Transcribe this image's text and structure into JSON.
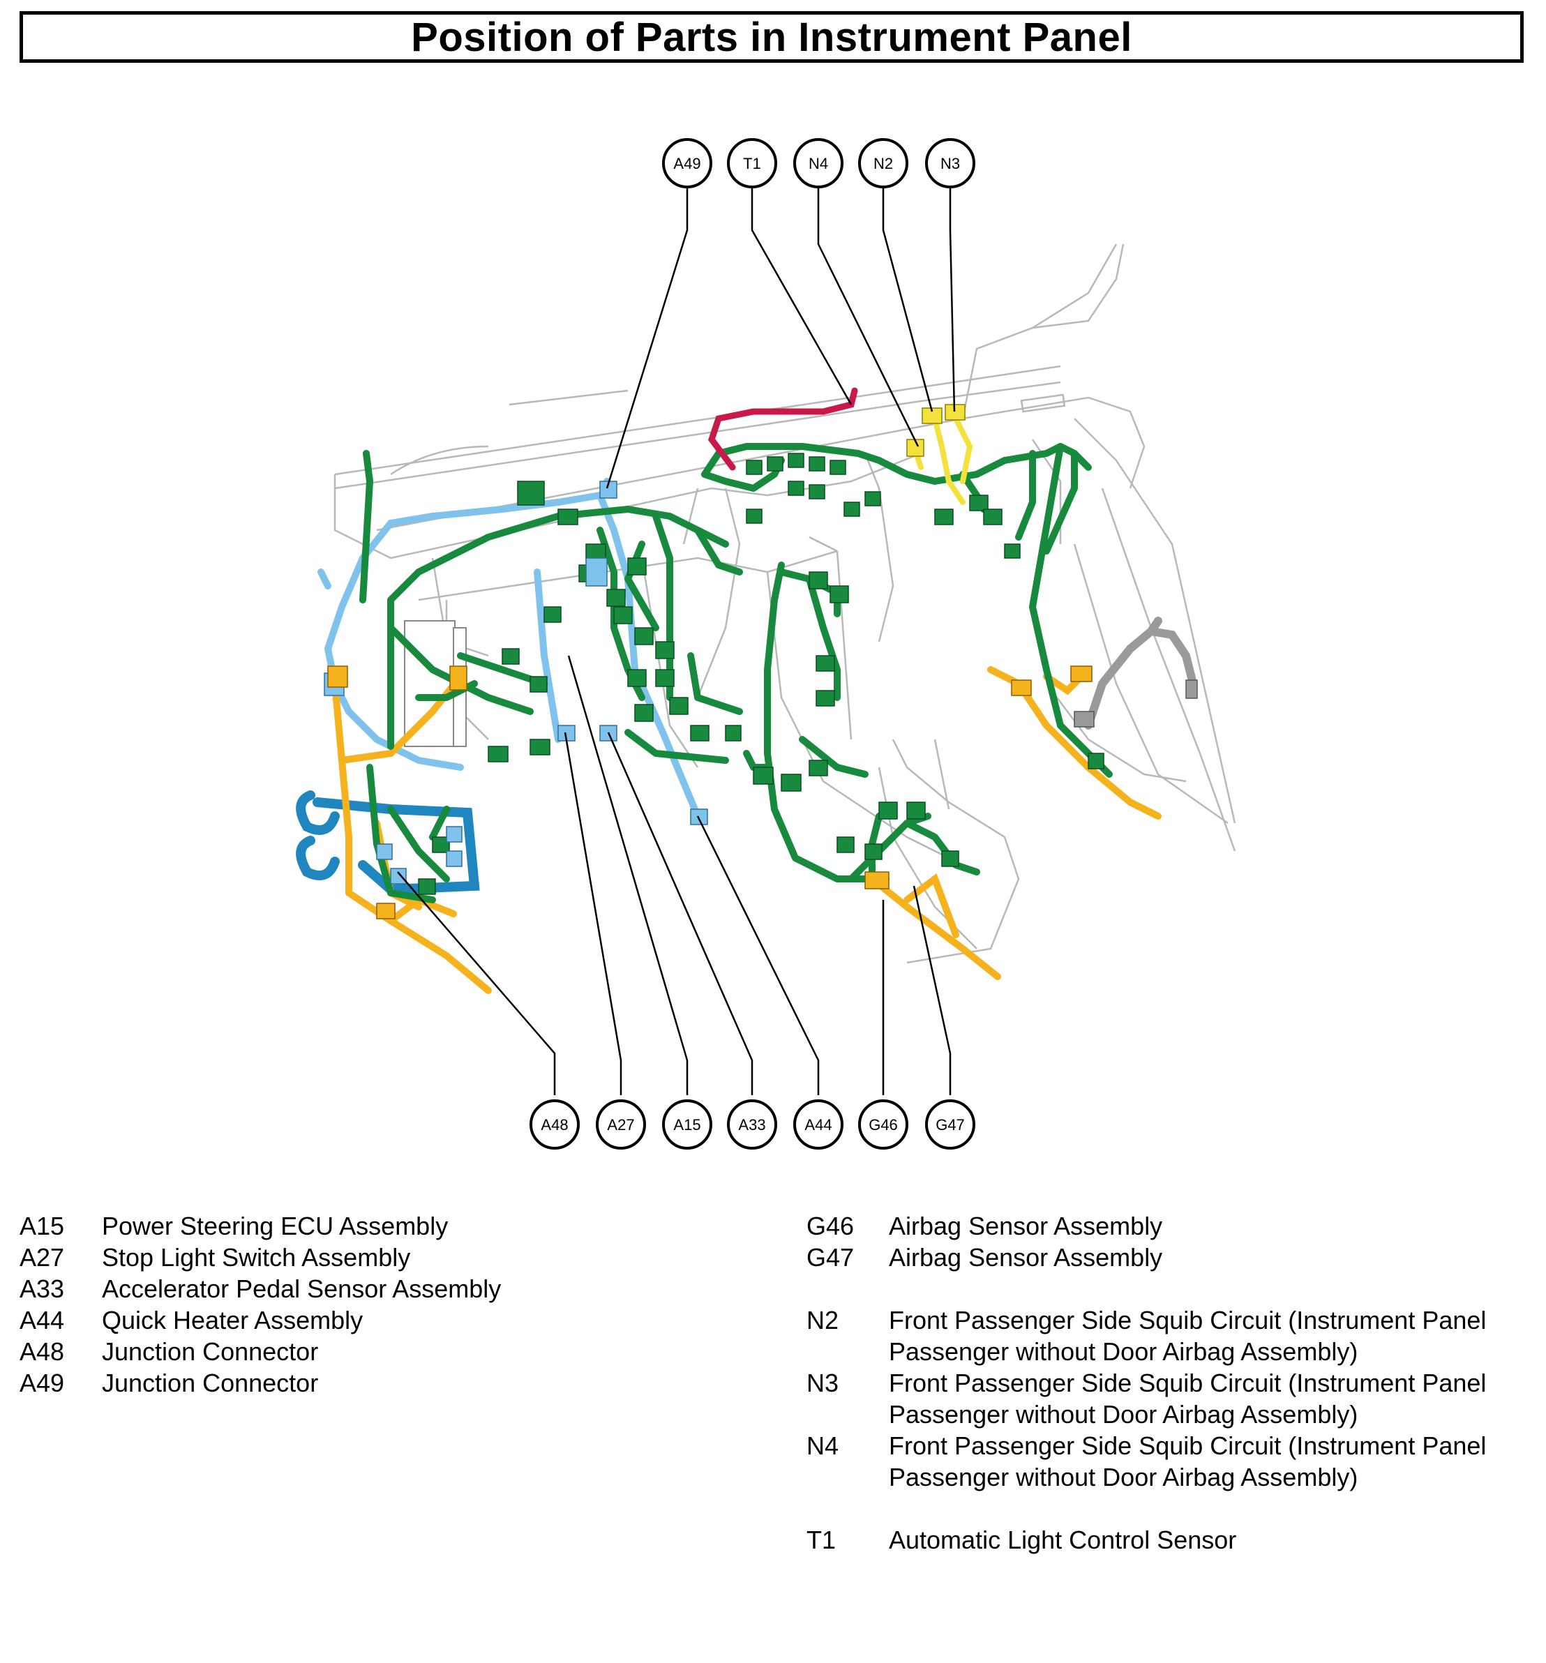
{
  "title": "Position of Parts in Instrument Panel",
  "callouts_top": [
    "A49",
    "T1",
    "N4",
    "N2",
    "N3"
  ],
  "callouts_bottom": [
    "A48",
    "A27",
    "A15",
    "A33",
    "A44",
    "G46",
    "G47"
  ],
  "colors": {
    "harness_green": "#178a3e",
    "harness_blue": "#7fc3ec",
    "harness_dark_blue": "#1f86bf",
    "harness_orange": "#f5b21d",
    "harness_yellow": "#f3e23b",
    "harness_red": "#c8194a",
    "harness_gray": "#9a9a9a",
    "outline": "#b8b8b8"
  },
  "legend_left": [
    {
      "code": "A15",
      "desc": "Power Steering ECU Assembly"
    },
    {
      "code": "A27",
      "desc": "Stop Light Switch Assembly"
    },
    {
      "code": "A33",
      "desc": "Accelerator Pedal Sensor Assembly"
    },
    {
      "code": "A44",
      "desc": "Quick Heater Assembly"
    },
    {
      "code": "A48",
      "desc": "Junction Connector"
    },
    {
      "code": "A49",
      "desc": "Junction Connector"
    }
  ],
  "legend_right": [
    {
      "code": "G46",
      "desc": "Airbag Sensor Assembly"
    },
    {
      "code": "G47",
      "desc": "Airbag Sensor Assembly"
    },
    {
      "code": "N2",
      "desc": "Front Passenger Side Squib Circuit (Instrument Panel Passenger without Door Airbag Assembly)"
    },
    {
      "code": "N3",
      "desc": "Front Passenger Side Squib Circuit (Instrument Panel Passenger without Door Airbag Assembly)"
    },
    {
      "code": "N4",
      "desc": "Front Passenger Side Squib Circuit (Instrument Panel Passenger without Door Airbag Assembly)"
    },
    {
      "code": "T1",
      "desc": "Automatic Light Control Sensor"
    }
  ]
}
